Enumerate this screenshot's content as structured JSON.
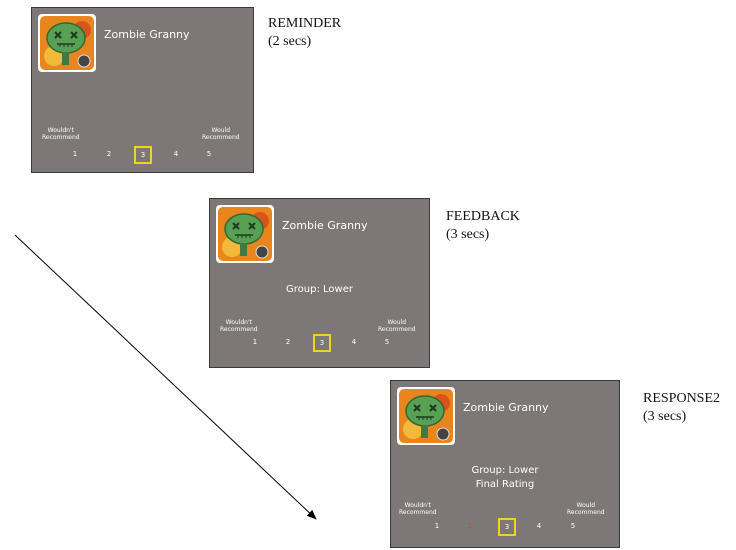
{
  "app_name": "Zombie Granny",
  "scale": {
    "low_anchor": [
      "Wouldn't",
      "Recommend"
    ],
    "high_anchor": [
      "Would",
      "Recommend"
    ],
    "numbers": [
      "1",
      "2",
      "3",
      "4",
      "5"
    ],
    "selected": "3"
  },
  "panels": {
    "reminder": {
      "label": "REMINDER",
      "duration": "(2 secs)"
    },
    "feedback": {
      "label": "FEEDBACK",
      "duration": "(3 secs)",
      "group_text": "Group: Lower"
    },
    "response2": {
      "label": "RESPONSE2",
      "duration": "(3 secs)",
      "group_text": "Group: Lower",
      "prompt": "Final Rating",
      "highlighted_number": "2"
    }
  },
  "colors": {
    "screen_bg": "#7d7777",
    "selection_box": "#f2d21a",
    "highlight_red": "#e04020",
    "text": "#ffffff"
  },
  "icons": [
    "zombie-granny-app-icon",
    "arrow-icon"
  ]
}
